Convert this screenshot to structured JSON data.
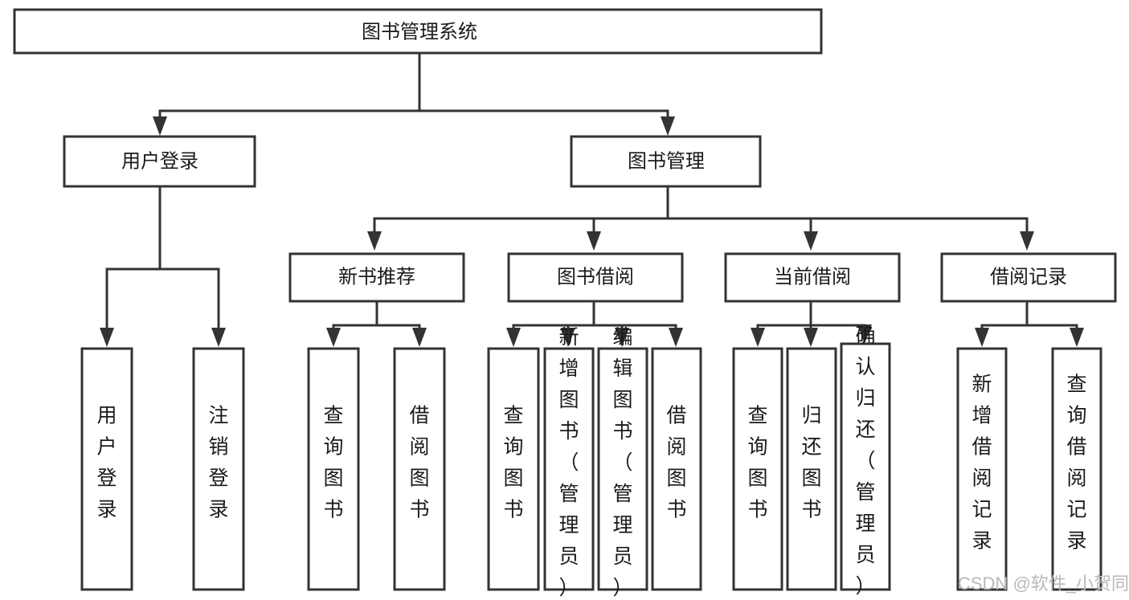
{
  "diagram": {
    "title": "图书管理系统",
    "type": "tree-hierarchy-diagram",
    "colors": {
      "stroke": "#333333",
      "fill": "#ffffff",
      "text": "#1a1a1a",
      "watermark": "#b9b9b9",
      "background": "#ffffff"
    },
    "root": {
      "id": "root",
      "label": "图书管理系统",
      "orientation": "horizontal"
    },
    "level1": [
      {
        "id": "user-login",
        "label": "用户登录",
        "orientation": "horizontal"
      },
      {
        "id": "book-management",
        "label": "图书管理",
        "orientation": "horizontal"
      }
    ],
    "level2": [
      {
        "id": "new-book-recommend",
        "label": "新书推荐",
        "orientation": "horizontal",
        "parent": "book-management"
      },
      {
        "id": "book-borrow",
        "label": "图书借阅",
        "orientation": "horizontal",
        "parent": "book-management"
      },
      {
        "id": "current-borrow",
        "label": "当前借阅",
        "orientation": "horizontal",
        "parent": "book-management"
      },
      {
        "id": "borrow-record",
        "label": "借阅记录",
        "orientation": "horizontal",
        "parent": "book-management"
      }
    ],
    "leaves": [
      {
        "id": "leaf-user-login",
        "label": "用户登录",
        "orientation": "vertical",
        "parent": "user-login"
      },
      {
        "id": "leaf-user-logout",
        "label": "注销登录",
        "orientation": "vertical",
        "parent": "user-login"
      },
      {
        "id": "leaf-query-book-1",
        "label": "查询图书",
        "orientation": "vertical",
        "parent": "new-book-recommend"
      },
      {
        "id": "leaf-borrow-book-1",
        "label": "借阅图书",
        "orientation": "vertical",
        "parent": "new-book-recommend"
      },
      {
        "id": "leaf-query-book-2",
        "label": "查询图书",
        "orientation": "vertical",
        "parent": "book-borrow"
      },
      {
        "id": "leaf-add-book",
        "label": "新增图书（管理员）",
        "orientation": "vertical",
        "parent": "book-borrow"
      },
      {
        "id": "leaf-edit-book",
        "label": "编辑图书（管理员）",
        "orientation": "vertical",
        "parent": "book-borrow"
      },
      {
        "id": "leaf-borrow-book-2",
        "label": "借阅图书",
        "orientation": "vertical",
        "parent": "book-borrow"
      },
      {
        "id": "leaf-query-book-3",
        "label": "查询图书",
        "orientation": "vertical",
        "parent": "current-borrow"
      },
      {
        "id": "leaf-return-book",
        "label": "归还图书",
        "orientation": "vertical",
        "parent": "current-borrow"
      },
      {
        "id": "leaf-confirm-return",
        "label": "确认归还（管理员）",
        "orientation": "vertical",
        "parent": "current-borrow"
      },
      {
        "id": "leaf-add-record",
        "label": "新增借阅记录",
        "orientation": "vertical",
        "parent": "borrow-record"
      },
      {
        "id": "leaf-query-record",
        "label": "查询借阅记录",
        "orientation": "vertical",
        "parent": "borrow-record"
      }
    ],
    "watermark": "CSDN @软件_小贺同学"
  }
}
